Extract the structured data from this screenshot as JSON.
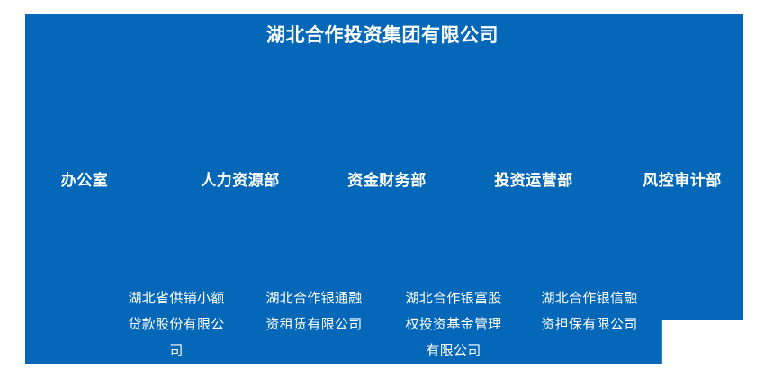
{
  "theme": {
    "panel_color": "#0567b8",
    "text_color": "#ffffff",
    "background_color": "#ffffff"
  },
  "org": {
    "title": "湖北合作投资集团有限公司",
    "departments": [
      {
        "label": "办公室"
      },
      {
        "label": "人力资源部"
      },
      {
        "label": "资金财务部"
      },
      {
        "label": "投资运营部"
      },
      {
        "label": "风控审计部"
      }
    ],
    "subsidiaries": [
      {
        "label": "湖北省供销小额贷款股份有限公司"
      },
      {
        "label": "湖北合作银通融资租赁有限公司"
      },
      {
        "label": "湖北合作银富股权投资基金管理有限公司"
      },
      {
        "label": "湖北合作银信融资担保有限公司"
      }
    ]
  }
}
